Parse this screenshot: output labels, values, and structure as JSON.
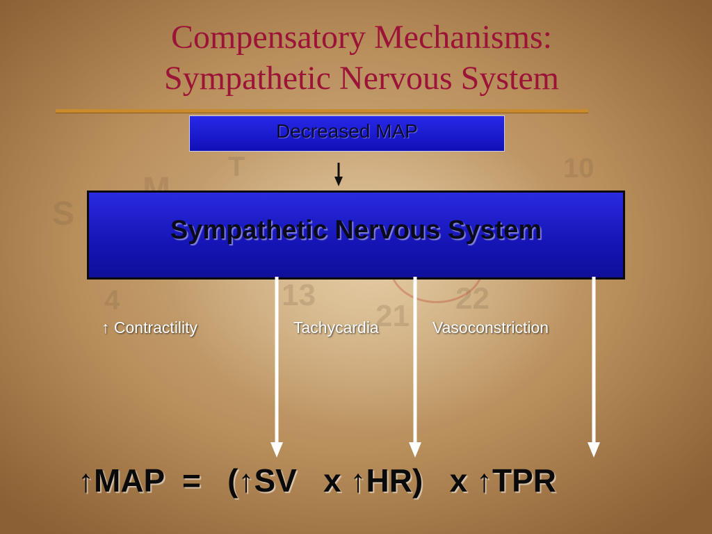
{
  "title": {
    "line1": "Compensatory Mechanisms:",
    "line2": "Sympathetic Nervous System"
  },
  "top_box": {
    "label": "Decreased MAP"
  },
  "main_box": {
    "label": "Sympathetic Nervous System"
  },
  "effects": {
    "contractility": "↑ Contractility",
    "tachycardia": "Tachycardia",
    "vasoconstriction": "Vasoconstriction"
  },
  "equation": {
    "text": "↑MAP  =   (↑SV   x ↑HR)   x ↑TPR"
  },
  "colors": {
    "title": "#9b1336",
    "box_fill": "#1a1ad0",
    "arrow": "#ffffff",
    "rule": "#c98a2e"
  }
}
